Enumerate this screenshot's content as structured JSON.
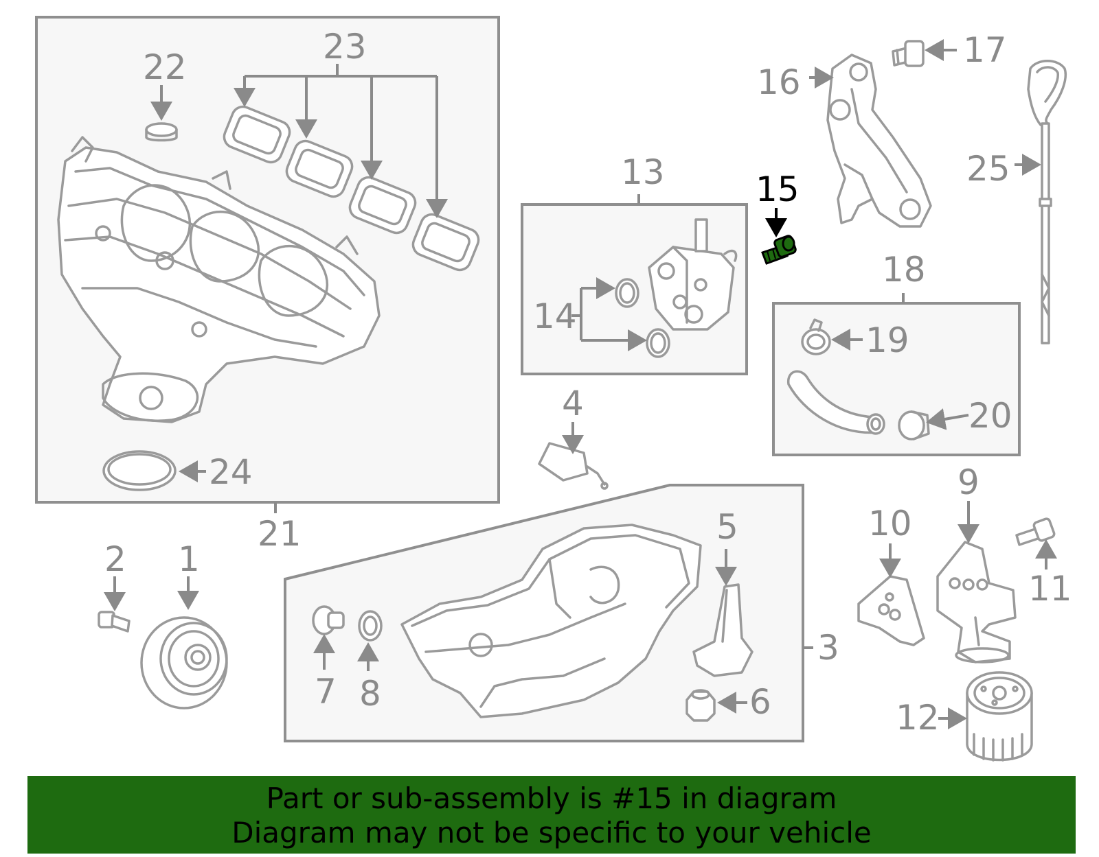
{
  "highlight_color": "#1e6b10",
  "highlighted_part": "15",
  "callouts": {
    "c1": "1",
    "c2": "2",
    "c3": "3",
    "c4": "4",
    "c5": "5",
    "c6": "6",
    "c7": "7",
    "c8": "8",
    "c9": "9",
    "c10": "10",
    "c11": "11",
    "c12": "12",
    "c13": "13",
    "c14": "14",
    "c15": "15",
    "c16": "16",
    "c17": "17",
    "c18": "18",
    "c19": "19",
    "c20": "20",
    "c21": "21",
    "c22": "22",
    "c23": "23",
    "c24": "24",
    "c25": "25"
  },
  "banner": {
    "line1": "Part or sub-assembly is #15 in diagram",
    "line2": "Diagram may not be specific to your vehicle"
  }
}
